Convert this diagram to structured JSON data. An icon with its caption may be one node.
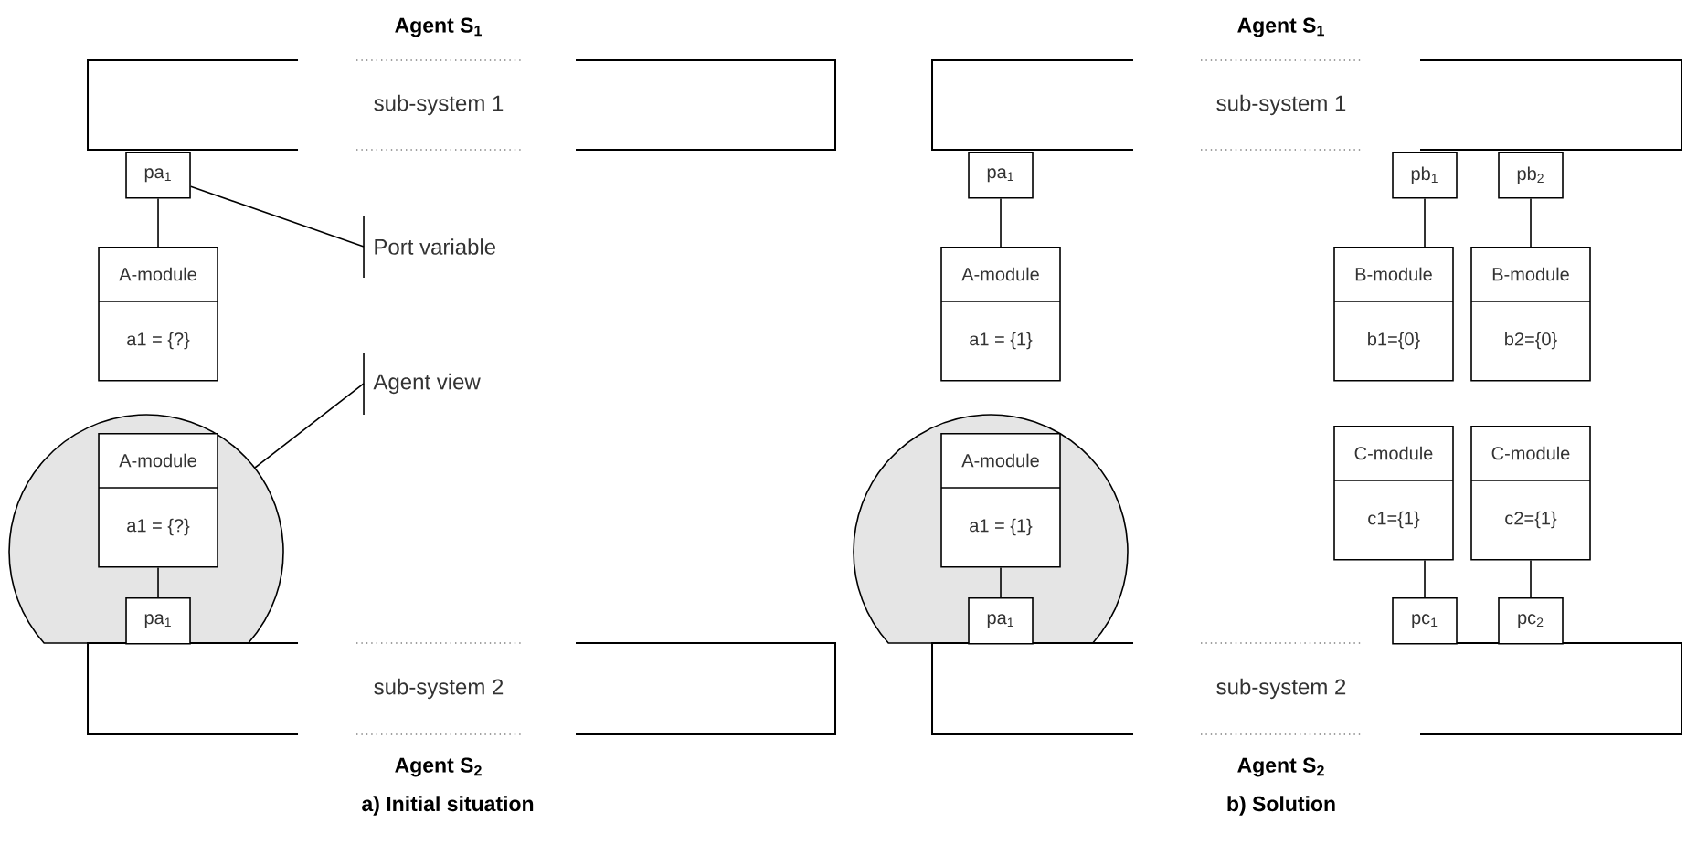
{
  "diagram": {
    "nodes": [
      {
        "text": [
          "Agent S$_{1}$",
          "sub-system 1"
        ]
      },
      {
        "text": [
          "pa$_{1}$"
        ]
      },
      {
        "text": [
          "A-module",
          "a1 = {?}"
        ]
      },
      {
        "text": [
          "Port variable"
        ]
      },
      {
        "text": [
          "Agent view"
        ]
      },
      {
        "text": [],
        "shape": "circle"
      },
      {
        "text": [
          "A-module",
          "a1 = {?}"
        ],
        "in": 5
      },
      {
        "text": [
          "pa$_{1}$"
        ],
        "in": 5
      },
      {
        "text": [
          "sub-system 2",
          "Agent S$_{2}$"
        ]
      },
      {
        "text": [
          "Agent S$_{1}$",
          "sub-system 1"
        ]
      },
      {
        "text": [
          "pa$_{1}$"
        ]
      },
      {
        "text": [
          "A-module",
          "a1 = {1}"
        ]
      },
      {
        "text": [
          "pb$_{1}$"
        ]
      },
      {
        "text": [
          "pb$_{2}$"
        ]
      },
      {
        "text": [
          "B-module",
          "b1={0}"
        ]
      },
      {
        "text": [
          "B-module",
          "b2={0}"
        ]
      },
      {
        "text": [],
        "shape": "circle"
      },
      {
        "text": [
          "A-module",
          "a1 = {1}"
        ],
        "in": 16
      },
      {
        "text": [
          "pa$_{1}$"
        ],
        "in": 16
      },
      {
        "text": [
          "C-module",
          "c1={1}"
        ]
      },
      {
        "text": [
          "C-module",
          "c2={1}"
        ]
      },
      {
        "text": [
          "pc$_{1}$"
        ]
      },
      {
        "text": [
          "pc$_{2}$"
        ]
      },
      {
        "text": [
          "sub-system 2",
          "Agent S$_{2}$"
        ]
      }
    ],
    "edges": [
      {
        "from": 1,
        "to": 2,
        "arrow": "none"
      },
      {
        "from": 3,
        "to": 1,
        "arrow": "none"
      },
      {
        "from": 4,
        "to": 5,
        "arrow": "none"
      },
      {
        "from": 6,
        "to": 7,
        "arrow": "none"
      },
      {
        "from": 10,
        "to": 11,
        "arrow": "none"
      },
      {
        "from": 12,
        "to": 14,
        "arrow": "none"
      },
      {
        "from": 13,
        "to": 15,
        "arrow": "none"
      },
      {
        "from": 17,
        "to": 18,
        "arrow": "none"
      },
      {
        "from": 19,
        "to": 21,
        "arrow": "none"
      },
      {
        "from": 20,
        "to": 22,
        "arrow": "none"
      }
    ],
    "labels": [
      "a) Initial situation",
      "b) Solution"
    ]
  }
}
